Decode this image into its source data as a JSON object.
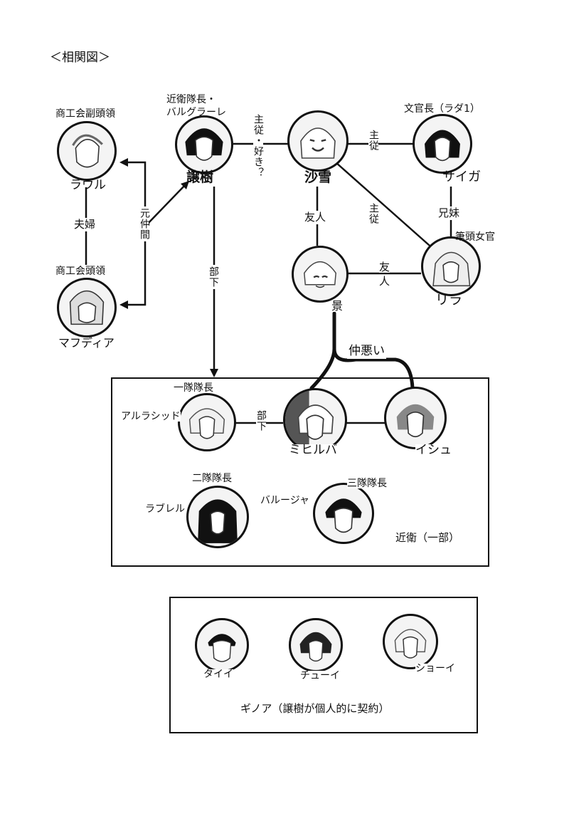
{
  "page_title": "＜相関図＞",
  "groups": {
    "guard": "近衛（一部）",
    "ginoa": "ギノア（譲樹が個人的に契約）"
  },
  "characters": {
    "raul": {
      "name": "ラウル",
      "role": "商工会副頭領"
    },
    "mafudia": {
      "name": "マフディア",
      "role": "商工会頭領"
    },
    "joju": {
      "name": "譲樹",
      "role_line1": "近衛隊長・",
      "role_line2": "バルグラーレ"
    },
    "sayuki": {
      "name": "沙雪"
    },
    "saiga": {
      "name": "サイガ",
      "role": "文官長（ラダ1）"
    },
    "rira": {
      "name": "リラ",
      "role": "筆頭女官"
    },
    "kei": {
      "name": "景"
    },
    "arurashid": {
      "name": "アルラシッド",
      "role": "一隊隊長"
    },
    "mihiruba": {
      "name": "ミヒルバ"
    },
    "ishu": {
      "name": "イシュ"
    },
    "raburel": {
      "name": "ラブレル",
      "role": "二隊隊長"
    },
    "baruja": {
      "name": "バルージャ",
      "role": "三隊隊長"
    },
    "taii": {
      "name": "タイイ"
    },
    "chuui": {
      "name": "チューイ"
    },
    "shoui": {
      "name": "ショーイ"
    }
  },
  "relations": {
    "raul_mafudia": "夫婦",
    "former_comrades": "元仲間",
    "joju_sayuki": "主従・好き？",
    "sayuki_saiga": "主従",
    "sayuki_rira": "主従",
    "sayuki_kei": "友人",
    "saiga_rira": "兄妹",
    "kei_rira_1": "友",
    "kei_rira_2": "人",
    "joju_guard": "部下",
    "kei_mihiruba": "仲悪い",
    "arurashid_mihiruba": "部下"
  },
  "colors": {
    "ink": "#111111",
    "paper": "#ffffff",
    "tone": "#e8e8e8"
  }
}
